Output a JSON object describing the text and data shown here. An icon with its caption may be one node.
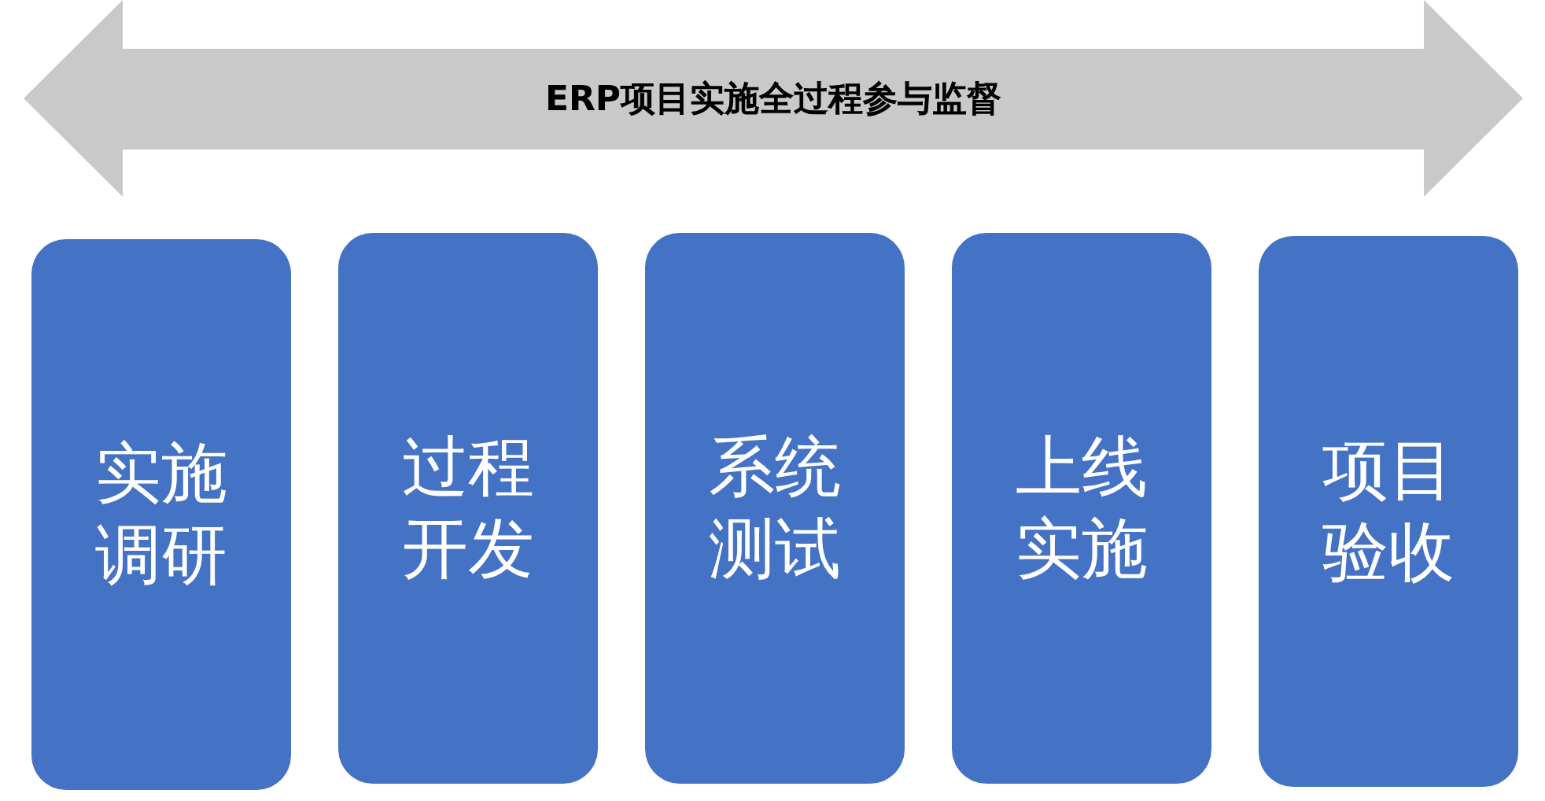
{
  "diagram": {
    "nodes": [
      {
        "text": [
          "ERP项目实施全过程参与监督"
        ]
      },
      {
        "text": [
          "实施调研"
        ]
      },
      {
        "text": [
          "过程开发"
        ]
      },
      {
        "text": [
          "系统测试"
        ]
      },
      {
        "text": [
          "上线实施"
        ]
      },
      {
        "text": [
          "项目验收"
        ]
      }
    ]
  }
}
